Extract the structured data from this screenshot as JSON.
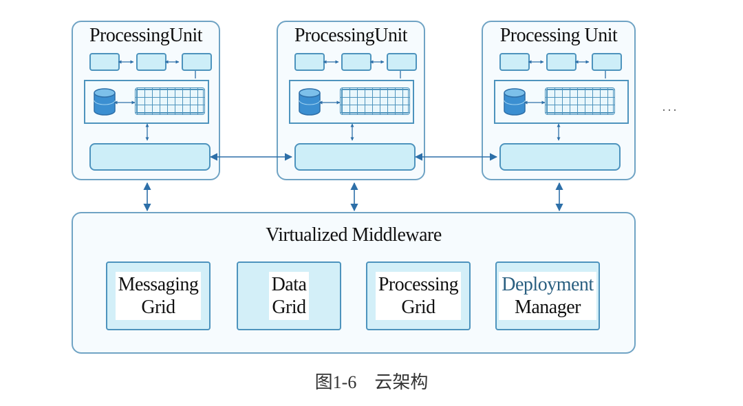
{
  "diagram": {
    "processing_units": [
      {
        "title": "ProcessingUnit"
      },
      {
        "title": "ProcessingUnit"
      },
      {
        "title": "Processing Unit"
      }
    ],
    "more_indicator": "···",
    "middleware": {
      "title": "Virtualized Middleware",
      "modules": [
        {
          "line1": "Messaging",
          "line2": "Grid"
        },
        {
          "line1": "Data",
          "line2": "Grid"
        },
        {
          "line1": "Processing",
          "line2": "Grid"
        },
        {
          "line1": "Deployment",
          "line2": "Manager"
        }
      ]
    },
    "caption": "图1-6　云架构",
    "colors": {
      "border": "#4d93bd",
      "fill": "#cdeef8",
      "arrow": "#2d6fa8"
    }
  }
}
